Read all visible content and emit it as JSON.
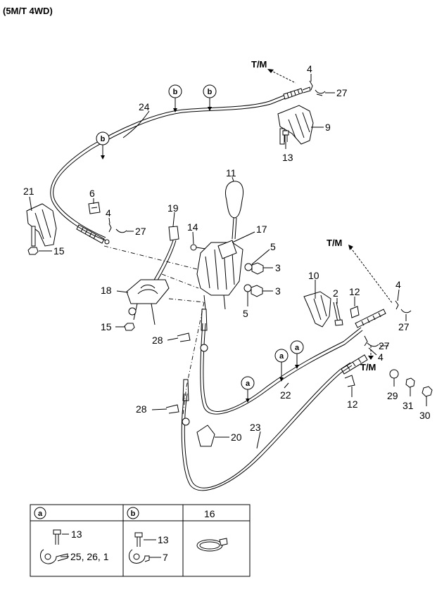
{
  "header": {
    "model": "(5M/T 4WD)"
  },
  "directions": {
    "tm_top": "T/M",
    "tm_right": "T/M",
    "tm_lower": "T/M"
  },
  "circle_refs": {
    "a": "a",
    "b": "b"
  },
  "parts": {
    "p1": "1",
    "p2": "2",
    "p3a": "3",
    "p3b": "3",
    "p4a": "4",
    "p4b": "4",
    "p4c": "4",
    "p4d": "4",
    "p5a": "5",
    "p5b": "5",
    "p6": "6",
    "p7": "7",
    "p9": "9",
    "p10": "10",
    "p11": "11",
    "p12a": "12",
    "p12b": "12",
    "p13a": "13",
    "p13b": "13",
    "p13c": "13",
    "p14": "14",
    "p15a": "15",
    "p15b": "15",
    "p16": "16",
    "p17": "17",
    "p18": "18",
    "p19": "19",
    "p20": "20",
    "p21": "21",
    "p22": "22",
    "p23": "23",
    "p24": "24",
    "p27a": "27",
    "p27b": "27",
    "p27c": "27",
    "p27d": "27",
    "p28a": "28",
    "p28b": "28",
    "p29": "29",
    "p30": "30",
    "p31": "31"
  },
  "legend": {
    "col_a_header": "a",
    "col_b_header": "b",
    "col_c_header": "16",
    "a_bolt": "13",
    "a_clamp": "25, 26, 1",
    "b_bolt": "13",
    "b_clamp": "7"
  }
}
